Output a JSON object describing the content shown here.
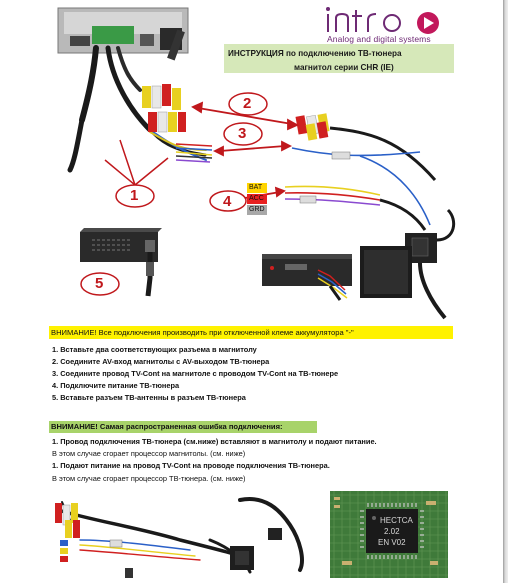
{
  "logo": {
    "brand": "intro",
    "tagline": "Analog and digital systems",
    "accent": "#c2185b"
  },
  "title": {
    "line1": "ИНСТРУКЦИЯ по подключению ТВ-тюнера",
    "line2": "магнитол серии CHR (IE)"
  },
  "callouts": [
    "1",
    "2",
    "3",
    "4",
    "5"
  ],
  "power_tags": {
    "bat": "BAT",
    "acc": "ACC",
    "grd": "GRD"
  },
  "warning": "ВНИМАНИЕ! Все подключения производить при отключенной клеме аккумулятора \"-\"",
  "steps": [
    "1. Вставьте два соответствующих разъема в магнитолу",
    "2. Соедините AV-вход магнитолы с AV-выходом ТВ-тюнера",
    "3. Соедините провод TV-Cont на магнитоле с проводом TV-Cont на ТВ-тюнере",
    "4. Подключите питание ТВ-тюнера",
    "5. Вставьте разъем ТВ-антенны в разъем ТВ-тюнера"
  ],
  "error_title": "ВНИМАНИЕ! Самая распространенная ошибка подключения:",
  "errors": [
    {
      "text": "1. Провод подключения ТВ-тюнера (см.ниже) вставляют в магнитолу и подают питание.",
      "bold": true
    },
    {
      "text": "В этом случае сгорает процессор магнитолы. (см. ниже)",
      "bold": false
    },
    {
      "text": "1. Подают питание на провод TV-Cont на проводе подключения ТВ-тюнера.",
      "bold": true
    },
    {
      "text": "В этом случае сгорает процессор ТВ-тюнера. (см. ниже)",
      "bold": false
    }
  ],
  "chip_text": {
    "line1": "HECTCA",
    "line2": "2.02",
    "line3": "EN V02"
  },
  "colors": {
    "warning_yellow": "#fff200",
    "error_green": "#a8d36a",
    "title_green": "#d6e8b9",
    "callout_red": "#c0181c"
  }
}
